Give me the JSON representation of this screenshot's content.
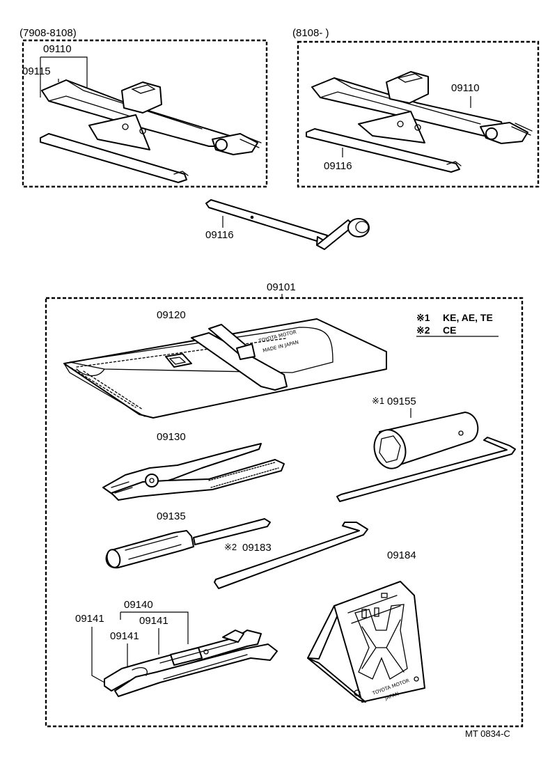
{
  "boxes": {
    "early": {
      "period": "(7908-8108)",
      "parts": [
        "09110",
        "09115"
      ]
    },
    "late": {
      "period": "(8108-       )",
      "parts": [
        "09110",
        "09116"
      ]
    },
    "kit": {
      "part": "09101"
    }
  },
  "loose": {
    "handle": "09116"
  },
  "kit_items": {
    "tool_bag": "09120",
    "pliers": "09130",
    "plug_wrench": "09155",
    "plug_wrench_mark": "※1",
    "screwdriver": "09135",
    "bar": "09183",
    "bar_mark": "※2",
    "hook_bar": "09184",
    "wrench_set": "09140",
    "wrench_a": "09141",
    "wrench_b": "09141",
    "wrench_c": "09141"
  },
  "legend": [
    {
      "mark": "※1",
      "text": "KE, AE, TE"
    },
    {
      "mark": "※2",
      "text": "CE"
    }
  ],
  "emboss": {
    "bag_top": "TOYOTA MOTOR",
    "bag_bottom": "MADE IN JAPAN",
    "chock_top": "TOYOTA MOTOR",
    "chock_bottom": "JAPAN"
  },
  "reference": "MT 0834-C"
}
